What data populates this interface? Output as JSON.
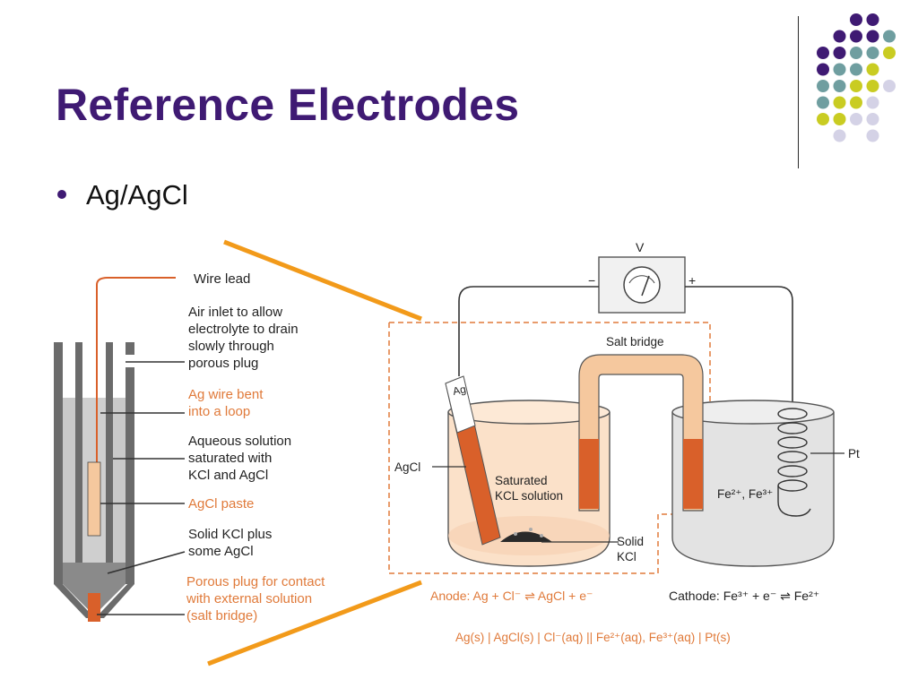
{
  "slide": {
    "title": "Reference Electrodes",
    "bullet": "Ag/AgCl"
  },
  "colors": {
    "title": "#3f1a73",
    "accent_orange": "#f29a1a",
    "electrode_orange": "#d9602a",
    "label_orange": "#e07a3a",
    "dot_purple": "#3f1a73",
    "dot_teal": "#6f9ea0",
    "dot_yellow": "#c9cc22",
    "dot_lavender": "#d4d2e6"
  },
  "electrode_labels": {
    "wire_lead": "Wire lead",
    "air_inlet_1": "Air inlet to allow",
    "air_inlet_2": "electrolyte to drain",
    "air_inlet_3": "slowly through",
    "air_inlet_4": "porous plug",
    "ag_wire_1": "Ag wire bent",
    "ag_wire_2": "into a loop",
    "aqueous_1": "Aqueous solution",
    "aqueous_2": "saturated with",
    "aqueous_3": "KCl and AgCl",
    "agcl_paste": "AgCl paste",
    "solid_kcl_1": "Solid KCl plus",
    "solid_kcl_2": "some AgCl",
    "porous_1": "Porous plug for contact",
    "porous_2": "with external solution",
    "porous_3": "(salt bridge)"
  },
  "cell_labels": {
    "voltmeter": "V",
    "minus": "−",
    "plus": "+",
    "salt_bridge": "Salt bridge",
    "ag": "Ag",
    "agcl": "AgCl",
    "saturated_1": "Saturated",
    "saturated_2": "KCL solution",
    "solid_1": "Solid",
    "solid_2": "KCl",
    "pt": "Pt",
    "fe_ions": "Fe²⁺, Fe³⁺",
    "anode": "Anode: Ag + Cl⁻ ⇌ AgCl + e⁻",
    "cathode": "Cathode: Fe³⁺ + e⁻ ⇌ Fe²⁺",
    "cell_notation": "Ag(s) | AgCl(s) | Cl⁻(aq) || Fe²⁺(aq), Fe³⁺(aq) | Pt(s)"
  }
}
